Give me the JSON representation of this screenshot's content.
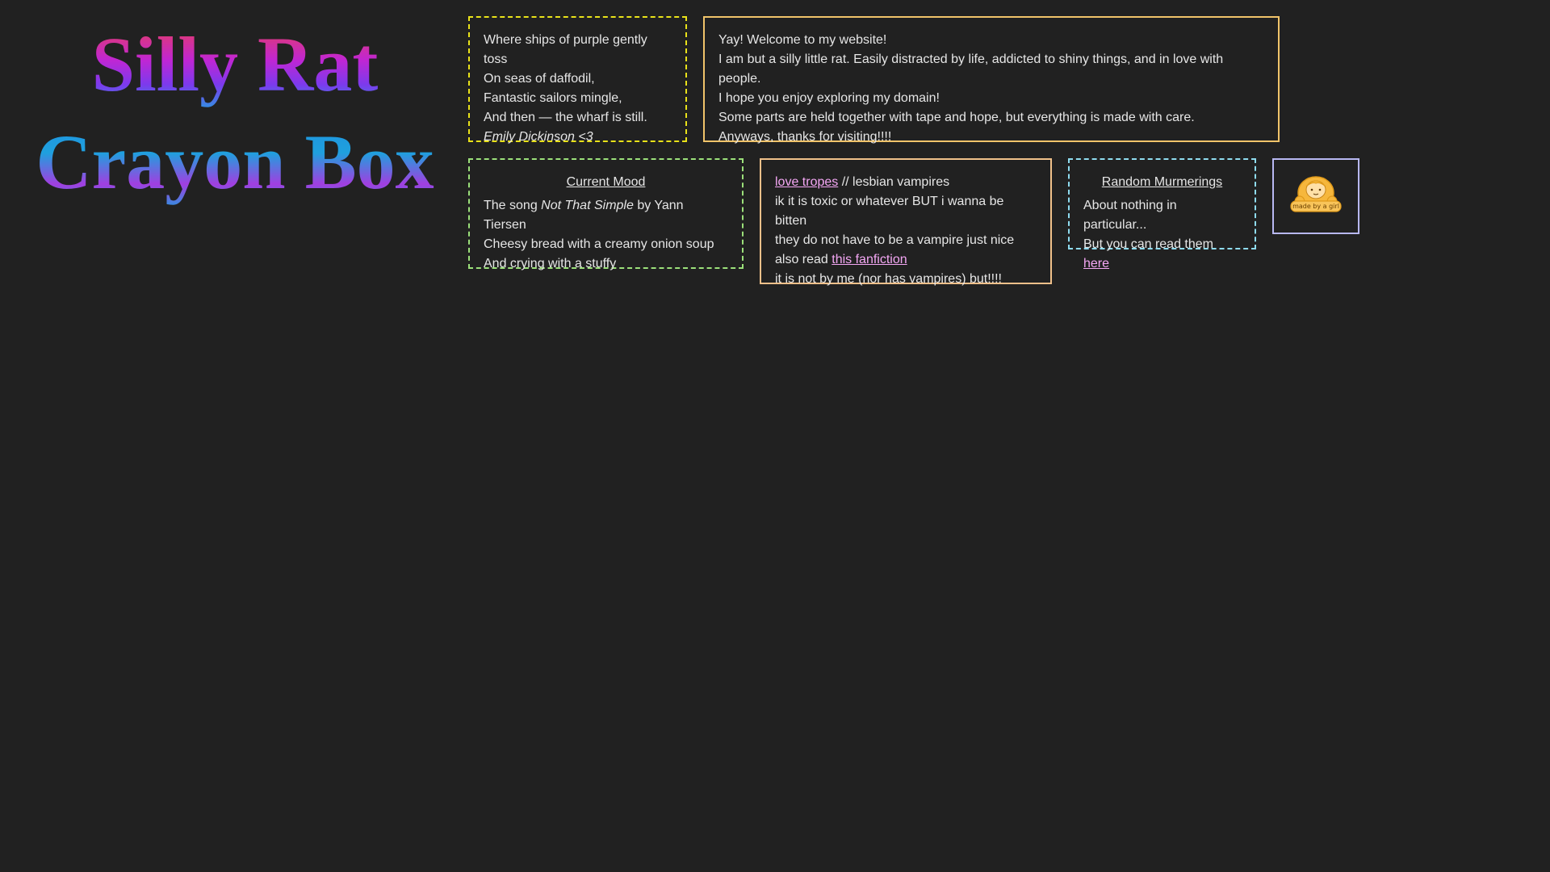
{
  "title": {
    "line1": "Silly Rat",
    "line2": "Crayon Box"
  },
  "poem": {
    "lines": [
      "Where ships of purple gently toss",
      "On seas of daffodil,",
      "Fantastic sailors mingle,",
      "And then — the wharf is still."
    ],
    "attribution": "Emily Dickinson <3"
  },
  "welcome": {
    "lines": [
      "Yay! Welcome to my website!",
      "I am but a silly little rat. Easily distracted by life, addicted to shiny things, and in love with people.",
      "I hope you enjoy exploring my domain!",
      "Some parts are held together with tape and hope, but everything is made with care.",
      "Anyways, thanks for visiting!!!!"
    ]
  },
  "mood": {
    "heading": "Current Mood",
    "song_prefix": "The song ",
    "song_title": "Not That Simple",
    "song_suffix": " by Yann Tiersen",
    "line2": "Cheesy bread with a creamy onion soup",
    "line3": "And crying with a stuffy"
  },
  "tropes": {
    "link1": "love tropes",
    "line1_rest": " // lesbian vampires",
    "line2": "ik it is toxic or whatever BUT i wanna be bitten",
    "line3": "they do not have to be a vampire just nice",
    "line4_prefix": "also read ",
    "link2": "this fanfiction",
    "line5": "it is not by me (nor has vampires) but!!!!"
  },
  "murmurings": {
    "heading": "Random Murmerings",
    "line1": "About nothing in particular...",
    "line2_prefix": "But you can read them ",
    "link": "here"
  },
  "badge": {
    "text": "made by a girl",
    "icon": "girl-avatar-icon",
    "colors": {
      "fill": "#f6b73c",
      "outline": "#e09a1a"
    }
  },
  "colors": {
    "background": "#212121",
    "text": "#e6e6e6",
    "link": "#f4a7f4",
    "border_poem": "#e9e219",
    "border_welcome": "#f0c36a",
    "border_mood": "#9be07a",
    "border_tropes": "#f0c08a",
    "border_murmur": "#8fdcf0",
    "border_badge": "#b8b8f2"
  }
}
